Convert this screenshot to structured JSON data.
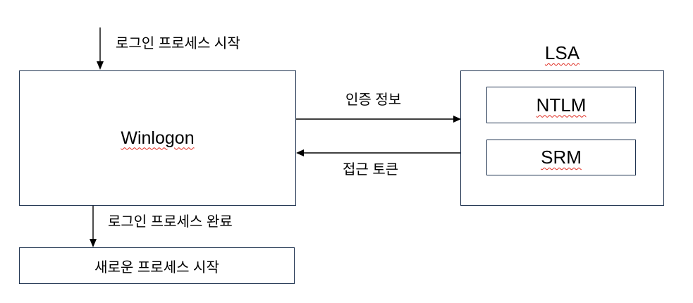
{
  "diagram": {
    "background": "#ffffff",
    "colors": {
      "box_border": "#1f3350",
      "arrow": "#000000",
      "text": "#000000",
      "misspell_underline": "#e02b20"
    },
    "nodes": {
      "winlogon": {
        "label": "Winlogon"
      },
      "lsa": {
        "title": "LSA"
      },
      "ntlm": {
        "label": "NTLM"
      },
      "srm": {
        "label": "SRM"
      },
      "new_process": {
        "label": "새로운 프로세스 시작"
      }
    },
    "edges": {
      "login_start": {
        "label": "로그인 프로세스 시작",
        "direction": "down-into-winlogon"
      },
      "auth_info": {
        "label": "인증 정보",
        "direction": "winlogon-to-lsa"
      },
      "access_token": {
        "label": "접근 토큰",
        "direction": "lsa-to-winlogon"
      },
      "login_complete": {
        "label": "로그인 프로세스 완료",
        "direction": "winlogon-to-new-process"
      }
    }
  }
}
